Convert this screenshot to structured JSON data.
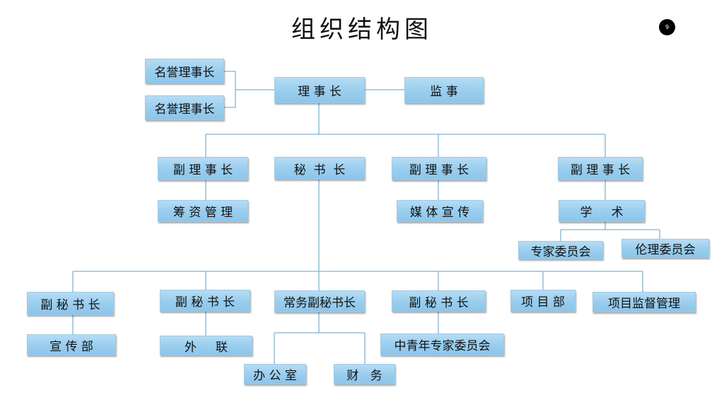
{
  "slide": {
    "title": "组织结构图",
    "page_number": "9"
  },
  "colors": {
    "box_fill": "#9dd0f0",
    "connector": "#7fb3d5",
    "title_text": "#111111"
  },
  "nodes": {
    "honorary_chair_1": "名誉理事长",
    "honorary_chair_2": "名誉理事长",
    "chairman": "理 事 长",
    "supervisor": "监 事",
    "vice_chair_1": "副 理 事 长",
    "secretary_general": "秘  书  长",
    "vice_chair_2": "副 理 事 长",
    "vice_chair_3": "副 理 事 长",
    "fundraising": "筹 资 管 理",
    "media": "媒 体 宣 传",
    "academic": "学     术",
    "expert_committee": "专家委员会",
    "ethics_committee": "伦理委员会",
    "deputy_sec_1": "副 秘 书 长",
    "deputy_sec_2": "副 秘 书 长",
    "exec_deputy_sec": "常务副秘书长",
    "deputy_sec_3": "副 秘 书 长",
    "project_dept": "项 目 部",
    "project_supervision": "项目监督管理",
    "publicity_dept": "宣 传 部",
    "external_liaison": "外     联",
    "youth_expert_committee": "中青年专家委员会",
    "office": "办 公 室",
    "finance": "财   务"
  }
}
